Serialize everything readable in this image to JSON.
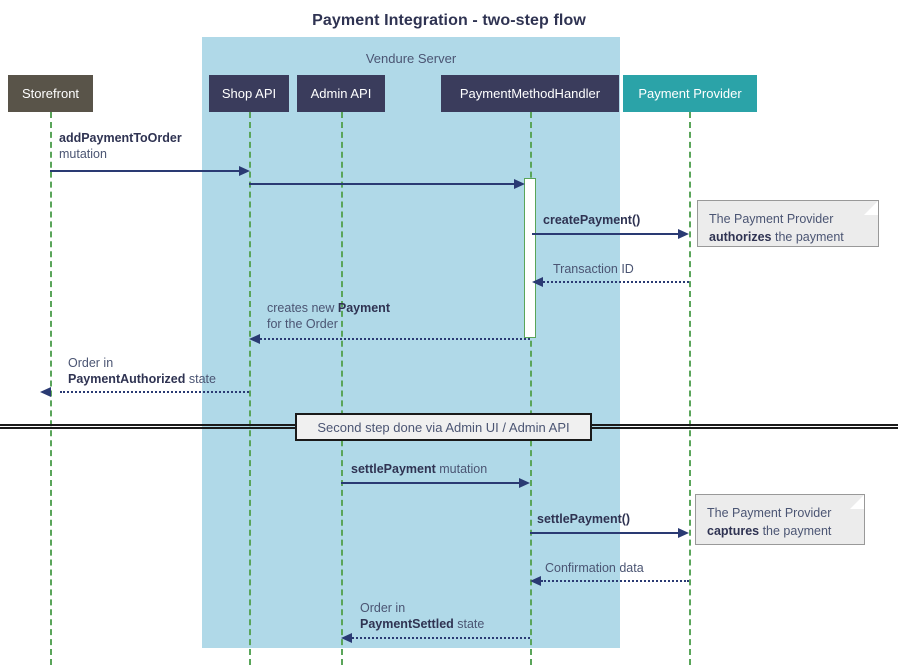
{
  "title": "Payment Integration - two-step flow",
  "group": {
    "label": "Vendure Server"
  },
  "participants": [
    {
      "name": "storefront",
      "label": "Storefront"
    },
    {
      "name": "shop-api",
      "label": "Shop API"
    },
    {
      "name": "admin-api",
      "label": "Admin API"
    },
    {
      "name": "payment-method-handler",
      "label": "PaymentMethodHandler"
    },
    {
      "name": "payment-provider",
      "label": "Payment Provider"
    }
  ],
  "messages": {
    "add_payment_to_order": {
      "bold": "addPaymentToOrder",
      "rest": "mutation"
    },
    "create_payment": {
      "bold": "createPayment()",
      "rest": ""
    },
    "transaction_id": {
      "bold": "",
      "rest": "Transaction ID"
    },
    "creates_new_payment": {
      "bold": "Payment",
      "pre": "creates new ",
      "line2": "for the Order"
    },
    "order_authorized": {
      "line1": "Order in",
      "bold": "PaymentAuthorized",
      "rest": " state"
    },
    "settle_payment_mutation": {
      "bold": "settlePayment",
      "rest": " mutation"
    },
    "settle_payment_call": {
      "bold": "settlePayment()",
      "rest": ""
    },
    "confirmation_data": {
      "bold": "",
      "rest": "Confirmation data"
    },
    "order_settled": {
      "line1": "Order in",
      "bold": "PaymentSettled",
      "rest": " state"
    }
  },
  "notes": {
    "authorizes": {
      "line1": "The Payment Provider",
      "bold": "authorizes",
      "rest": " the payment"
    },
    "captures": {
      "line1": "The Payment Provider",
      "bold": "captures",
      "rest": " the payment"
    }
  },
  "divider": {
    "label": "Second step done via Admin UI / Admin API"
  },
  "colors": {
    "group_bg": "#b0d9e8",
    "participant_dark": "#3a3c5c",
    "participant_storefront": "#595449",
    "participant_provider": "#2ba3a8",
    "lifeline": "#5aa55a",
    "arrow": "#2a3a73",
    "note_bg": "#ececec",
    "title": "#2f3352"
  }
}
